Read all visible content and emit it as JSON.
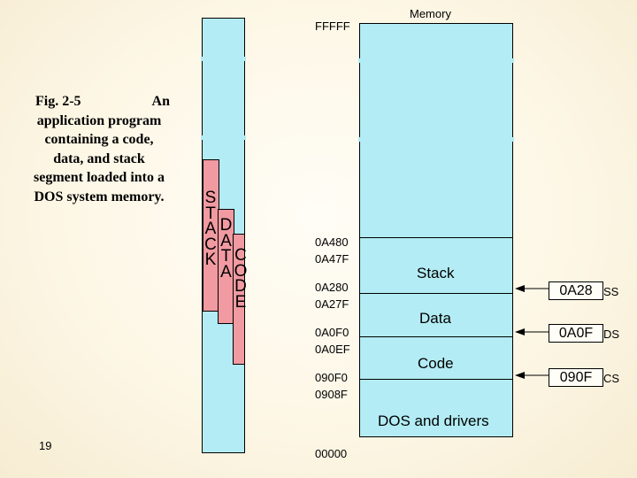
{
  "caption": {
    "line1_left": "Fig. 2-5",
    "line1_right": "An",
    "lines": [
      "application program",
      "containing a code,",
      "data, and stack",
      "segment loaded into a",
      "DOS system memory."
    ]
  },
  "columns": {
    "stack_letters": [
      "S",
      "T",
      "A",
      "C",
      "K"
    ],
    "data_letters": [
      "D",
      "A",
      "T",
      "A"
    ],
    "code_letters": [
      "C",
      "O",
      "D",
      "E"
    ]
  },
  "memory": {
    "title": "Memory",
    "top_address": "FFFFF",
    "bottom_address": "00000",
    "boundaries": [
      {
        "upper": "0A480",
        "lower": "0A47F"
      },
      {
        "upper": "0A280",
        "lower": "0A27F"
      },
      {
        "upper": "0A0F0",
        "lower": "0A0EF"
      },
      {
        "upper": "090F0",
        "lower": "0908F"
      }
    ],
    "segments": {
      "stack": "Stack",
      "data": "Data",
      "code": "Code",
      "dos": "DOS and drivers"
    }
  },
  "registers": [
    {
      "value": "0A28",
      "name": "SS"
    },
    {
      "value": "0A0F",
      "name": "DS"
    },
    {
      "value": "090F",
      "name": "CS"
    }
  ],
  "page_number": "19",
  "colors": {
    "column": "#b3ecf4",
    "pink": "#f19aa1"
  }
}
